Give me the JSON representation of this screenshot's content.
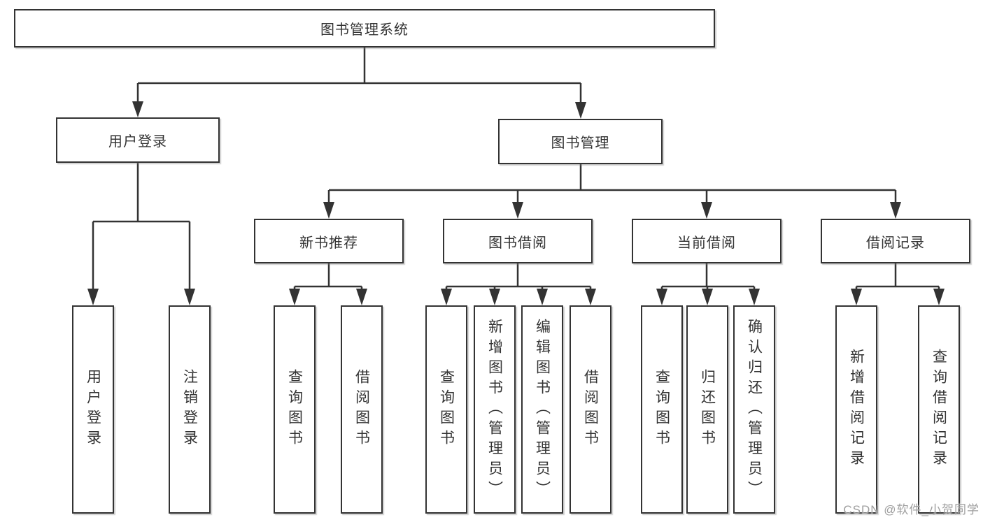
{
  "diagram": {
    "root": {
      "label": "图书管理系统"
    },
    "level2": [
      {
        "label": "用户登录"
      },
      {
        "label": "图书管理"
      }
    ],
    "level3": [
      {
        "label": "新书推荐"
      },
      {
        "label": "图书借阅"
      },
      {
        "label": "当前借阅"
      },
      {
        "label": "借阅记录"
      }
    ],
    "leaves": [
      {
        "label": "用户登录"
      },
      {
        "label": "注销登录"
      },
      {
        "label": "查询图书"
      },
      {
        "label": "借阅图书"
      },
      {
        "label": "查询图书"
      },
      {
        "label": "新增图书（管理员）"
      },
      {
        "label": "编辑图书（管理员）"
      },
      {
        "label": "借阅图书"
      },
      {
        "label": "查询图书"
      },
      {
        "label": "归还图书"
      },
      {
        "label": "确认归还（管理员）"
      },
      {
        "label": "新增借阅记录"
      },
      {
        "label": "查询借阅记录"
      }
    ]
  },
  "watermark": "CSDN @软件_小贺同学",
  "colors": {
    "line": "#333333",
    "box_border": "#333333",
    "text": "#333333",
    "watermark": "#9e9e9e",
    "background": "#ffffff"
  }
}
